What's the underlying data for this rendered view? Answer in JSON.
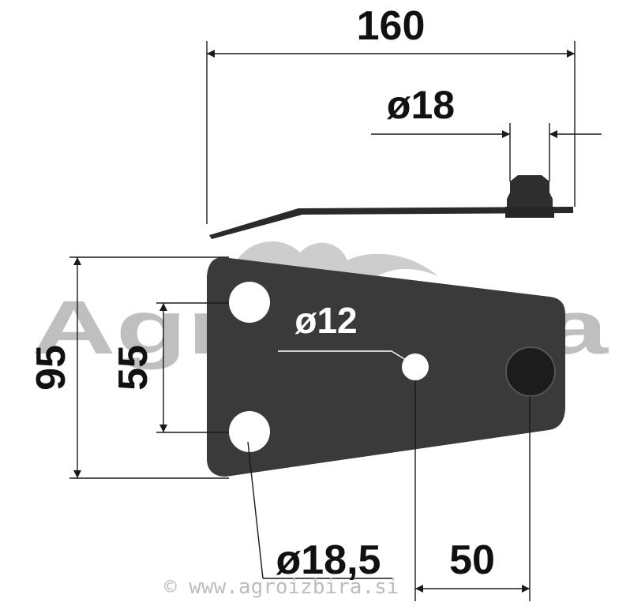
{
  "dimensions": {
    "overall_length": "160",
    "pin_diameter": "ø18",
    "small_hole_diameter": "ø12",
    "overall_height": "95",
    "hole_spacing": "55",
    "mount_hole_diameter": "ø18,5",
    "pin_offset": "50"
  },
  "watermark": {
    "logo_text": "Agroizbira",
    "url": "© www.agroizbira.si"
  },
  "colors": {
    "plate": "#3a3a3a",
    "ink": "#1a1a1a",
    "watermark": "#bfbfbf"
  }
}
